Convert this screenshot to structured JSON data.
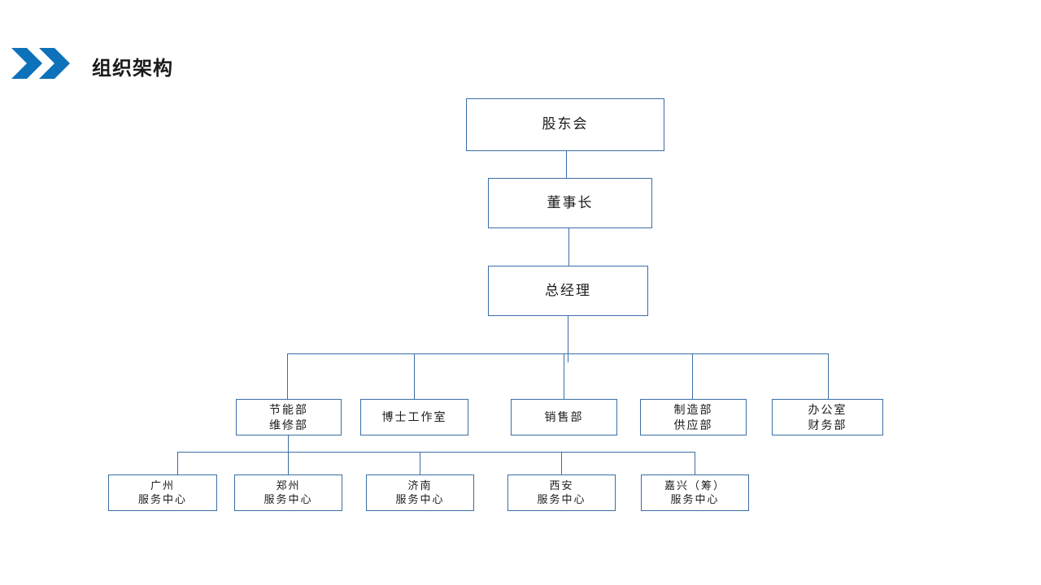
{
  "header": {
    "title": "组织架构",
    "chevron_icon": "double-chevron-right-icon",
    "accent_color": "#0d72ba"
  },
  "theme": {
    "box_border_color": "#3a6ea5",
    "box_fill_color": "#ffffff",
    "connector_color": "#3a6ea5",
    "text_color": "#1a1a1a",
    "background_color": "#ffffff"
  },
  "chart": {
    "type": "org-chart",
    "levels": [
      {
        "level": 1,
        "nodes": [
          {
            "id": "shareholders",
            "line1": "股东会",
            "line2": ""
          }
        ]
      },
      {
        "level": 2,
        "nodes": [
          {
            "id": "chairman",
            "line1": "董事长",
            "line2": ""
          }
        ]
      },
      {
        "level": 3,
        "nodes": [
          {
            "id": "gm",
            "line1": "总经理",
            "line2": ""
          }
        ]
      },
      {
        "level": 4,
        "nodes": [
          {
            "id": "dept-energy",
            "line1": "节能部",
            "line2": "维修部"
          },
          {
            "id": "dept-doctor",
            "line1": "博士工作室",
            "line2": ""
          },
          {
            "id": "dept-sales",
            "line1": "销售部",
            "line2": ""
          },
          {
            "id": "dept-mfg",
            "line1": "制造部",
            "line2": "供应部"
          },
          {
            "id": "dept-office",
            "line1": "办公室",
            "line2": "财务部"
          }
        ]
      },
      {
        "level": 5,
        "nodes": [
          {
            "id": "center-guangzhou",
            "line1": "广州",
            "line2": "服务中心"
          },
          {
            "id": "center-zhengzhou",
            "line1": "郑州",
            "line2": "服务中心"
          },
          {
            "id": "center-jinan",
            "line1": "济南",
            "line2": "服务中心"
          },
          {
            "id": "center-xian",
            "line1": "西安",
            "line2": "服务中心"
          },
          {
            "id": "center-jiaxing",
            "line1": "嘉兴（筹）",
            "line2": "服务中心"
          }
        ]
      }
    ],
    "edges": [
      {
        "from": "shareholders",
        "to": "chairman"
      },
      {
        "from": "chairman",
        "to": "gm"
      },
      {
        "from": "gm",
        "to": "dept-energy"
      },
      {
        "from": "gm",
        "to": "dept-doctor"
      },
      {
        "from": "gm",
        "to": "dept-sales"
      },
      {
        "from": "gm",
        "to": "dept-mfg"
      },
      {
        "from": "gm",
        "to": "dept-office"
      },
      {
        "from": "dept-energy",
        "to": "center-guangzhou"
      },
      {
        "from": "dept-energy",
        "to": "center-zhengzhou"
      },
      {
        "from": "dept-energy",
        "to": "center-jinan"
      },
      {
        "from": "dept-energy",
        "to": "center-xian"
      },
      {
        "from": "dept-energy",
        "to": "center-jiaxing"
      }
    ]
  }
}
